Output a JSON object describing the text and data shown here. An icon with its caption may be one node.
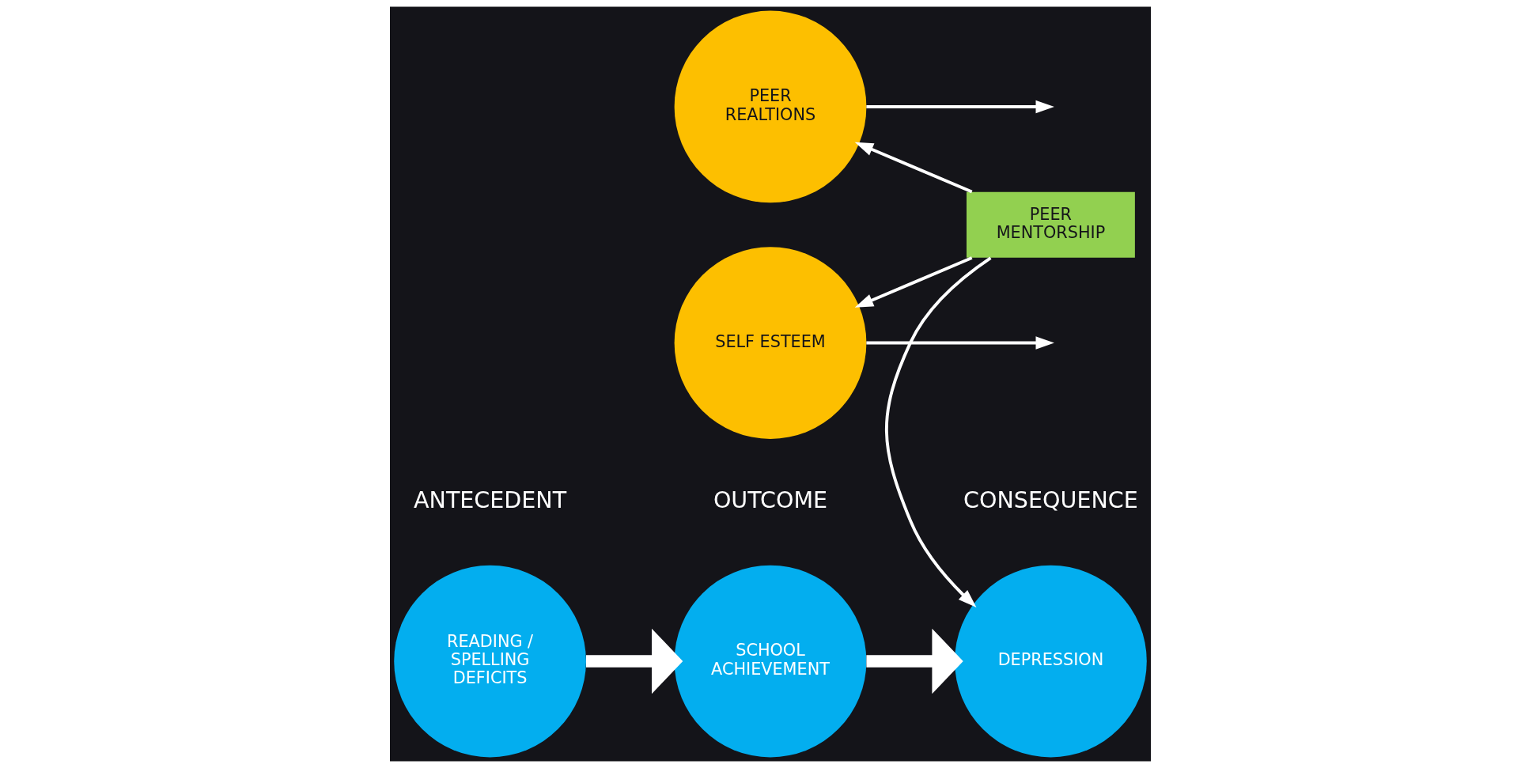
{
  "diagram": {
    "nodes": [
      {
        "text": [
          "READING / SPELLING DEFICITS"
        ]
      },
      {
        "text": [
          "SCHOOL ACHIEVEMENT"
        ]
      },
      {
        "text": [
          "DEPRESSION"
        ]
      },
      {
        "text": [
          "PEER REALTIONS"
        ]
      },
      {
        "text": [
          "SELF ESTEEM"
        ]
      },
      {
        "text": [
          "PEER MENTORSHIP"
        ]
      }
    ],
    "edges": [
      {
        "from": 0,
        "to": 1,
        "arrow": "to",
        "style": "thick"
      },
      {
        "from": 1,
        "to": 2,
        "arrow": "to",
        "style": "thick"
      },
      {
        "from": 3,
        "to": null,
        "arrow": "to"
      },
      {
        "from": 4,
        "to": null,
        "arrow": "to"
      },
      {
        "from": 5,
        "to": 3,
        "arrow": "to"
      },
      {
        "from": 5,
        "to": 4,
        "arrow": "to"
      },
      {
        "from": 5,
        "to": 2,
        "arrow": "to"
      }
    ],
    "labels": [
      "ANTECEDENT",
      "OUTCOME",
      "CONSEQUENCE"
    ]
  }
}
